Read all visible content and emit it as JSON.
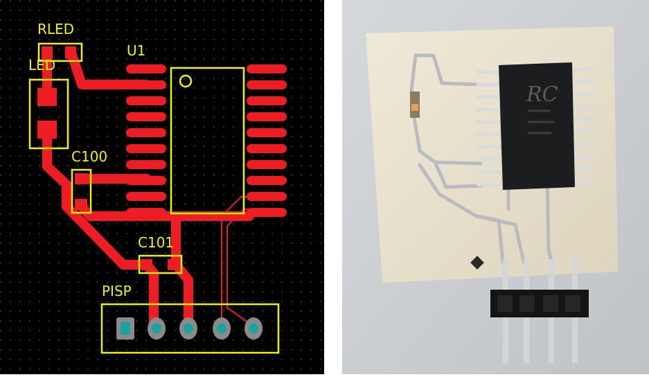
{
  "layout_view": {
    "background": "#000000",
    "copper_color": "#ee1d24",
    "silkscreen_color": "#f2f200",
    "pad_color": "#15a3a3",
    "labels": {
      "rled": "RLED",
      "led": "LED",
      "u1": "U1",
      "c100": "C100",
      "c101": "C101",
      "pisp": "PISP"
    }
  },
  "photo_view": {
    "chip_marking": "RC"
  }
}
